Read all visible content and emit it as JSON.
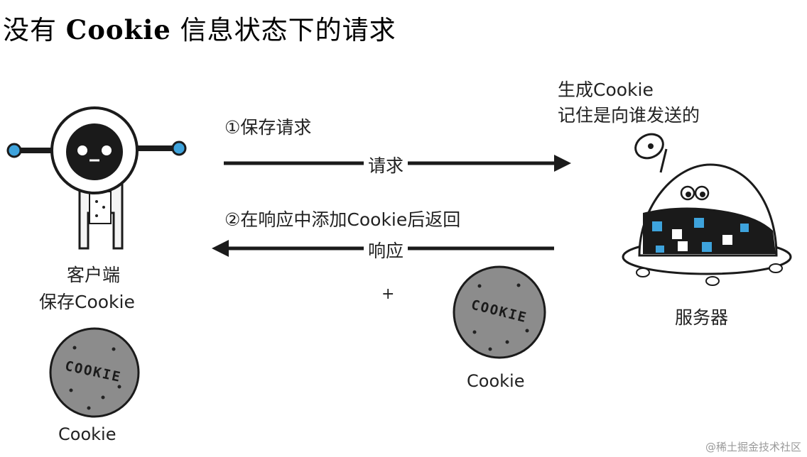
{
  "title": {
    "prefix": "没有",
    "bold": "Cookie",
    "suffix": "信息状态下的请求"
  },
  "steps": {
    "step1": "①保存请求",
    "request_label": "请求",
    "step2": "②在响应中添加Cookie后返回",
    "response_label": "响应",
    "plus": "+"
  },
  "client": {
    "line1": "客户端",
    "line2": "保存Cookie",
    "cookie_caption": "Cookie",
    "cookie_text": "COOKIE"
  },
  "server": {
    "line1": "生成Cookie",
    "line2": "记住是向谁发送的",
    "label": "服务器"
  },
  "response_cookie": {
    "caption": "Cookie",
    "cookie_text": "COOKIE"
  },
  "watermark": "@稀土掘金技术社区",
  "colors": {
    "accent_blue": "#3ea3dc",
    "cookie_gray": "#8c8c8c",
    "robot_dark": "#1a1a1a"
  }
}
